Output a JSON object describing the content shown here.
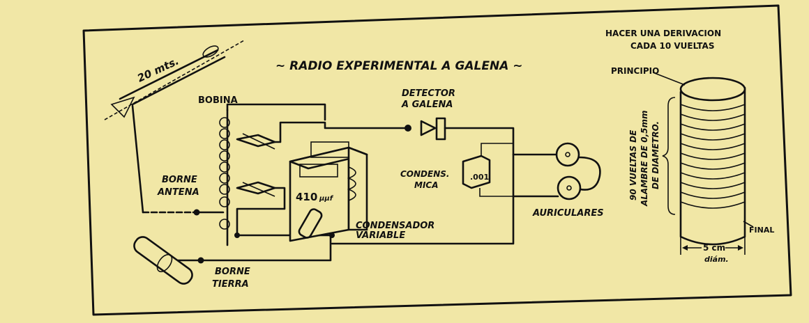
{
  "diagram": {
    "title": "~ RADIO EXPERIMENTAL A GALENA ~",
    "labels": {
      "antenna_length": "20 mts.",
      "coil": "BOBINA",
      "antenna_terminal_1": "BORNE",
      "antenna_terminal_2": "ANTENA",
      "ground_terminal_1": "BORNE",
      "ground_terminal_2": "TIERRA",
      "detector_1": "DETECTOR",
      "detector_2": "A GALENA",
      "mica_cap_1": "CONDENS.",
      "mica_cap_2": "MICA",
      "mica_cap_value": ".001",
      "variable_cap_value": "410",
      "variable_cap_unit": "μμf",
      "variable_cap_1": "CONDENSADOR",
      "variable_cap_2": "VARIABLE",
      "headphones": "AURICULARES",
      "tap_note_1": "HACER UNA DERIVACION",
      "tap_note_2": "CADA 10 VUELTAS",
      "start": "PRINCIPIO",
      "turns_note_1": "90 VUELTAS DE",
      "turns_note_2": "ALAMBRE DE 0,5mm",
      "turns_note_3": "DE DIAMETRO.",
      "end": "FINAL",
      "diameter_1": "5 cm",
      "diameter_2": "diám."
    }
  }
}
